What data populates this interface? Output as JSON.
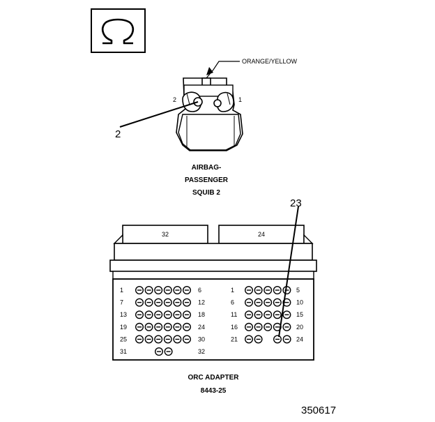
{
  "symbol": {
    "name": "ohm-symbol",
    "glyph": "Ω"
  },
  "connector_top": {
    "wire_color_label": "ORANGE/YELLOW",
    "pin_left": "2",
    "pin_right": "1",
    "callout": "2",
    "caption_lines": [
      "AIRBAG-",
      "PASSENGER",
      "SQUIB 2"
    ]
  },
  "adapter": {
    "callout": "23",
    "tab_left": "32",
    "tab_right": "24",
    "left_block": {
      "rows": [
        {
          "start": "1",
          "end": "6",
          "pins": 6
        },
        {
          "start": "7",
          "end": "12",
          "pins": 6
        },
        {
          "start": "13",
          "end": "18",
          "pins": 6
        },
        {
          "start": "19",
          "end": "24",
          "pins": 6
        },
        {
          "start": "25",
          "end": "30",
          "pins": 6
        },
        {
          "start": "31",
          "end": "32",
          "pins": 2
        }
      ]
    },
    "right_block": {
      "rows": [
        {
          "start": "1",
          "end": "5",
          "pins": 5
        },
        {
          "start": "6",
          "end": "10",
          "pins": 5
        },
        {
          "start": "11",
          "end": "15",
          "pins": 5
        },
        {
          "start": "16",
          "end": "20",
          "pins": 5
        },
        {
          "start": "21",
          "end": "24",
          "pins": 4
        }
      ]
    },
    "caption_lines": [
      "ORC ADAPTER",
      "8443-25"
    ]
  },
  "figure_number": "350617"
}
